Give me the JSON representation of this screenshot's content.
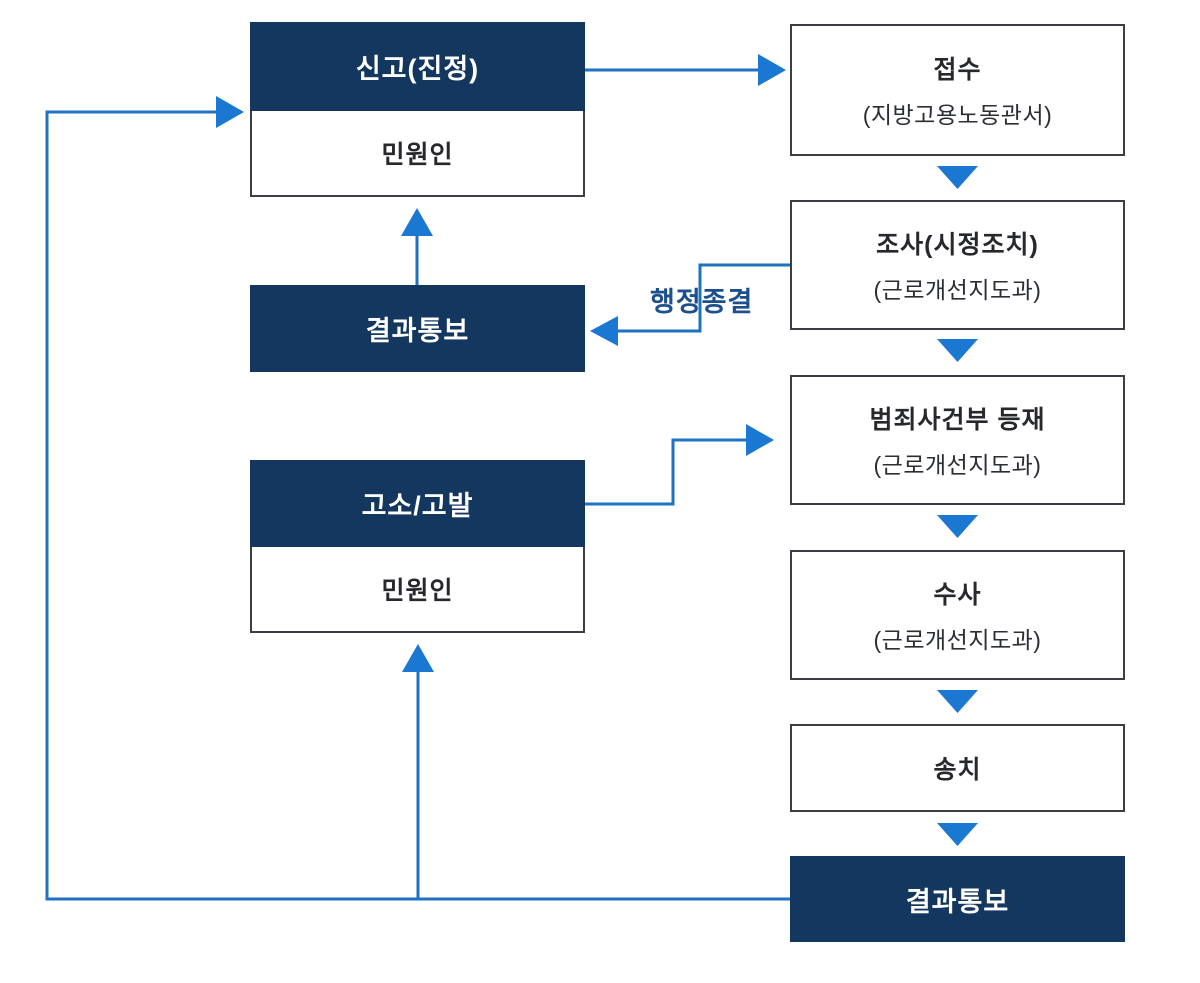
{
  "diagram": {
    "left_column": {
      "report": {
        "header": "신고(진정)",
        "body": "민원인"
      },
      "result_notice": {
        "label": "결과통보"
      },
      "accusation": {
        "header": "고소/고발",
        "body": "민원인"
      }
    },
    "right_column": {
      "receipt": {
        "title": "접수",
        "subtitle": "(지방고용노동관서)"
      },
      "investigation": {
        "title": "조사(시정조치)",
        "subtitle": "(근로개선지도과)"
      },
      "crime_record": {
        "title": "범죄사건부 등재",
        "subtitle": "(근로개선지도과)"
      },
      "probe": {
        "title": "수사",
        "subtitle": "(근로개선지도과)"
      },
      "transfer": {
        "title": "송치"
      },
      "result_notice": {
        "label": "결과통보"
      }
    },
    "labels": {
      "admin_closure": "행정종결"
    },
    "colors": {
      "navy_box": "#14375f",
      "arrow_blue": "#1e72c0",
      "arrowhead_blue": "#1a77d2",
      "label_blue": "#1c4f8e",
      "box_border": "#3b3f45",
      "text_dark": "#26282c"
    }
  }
}
